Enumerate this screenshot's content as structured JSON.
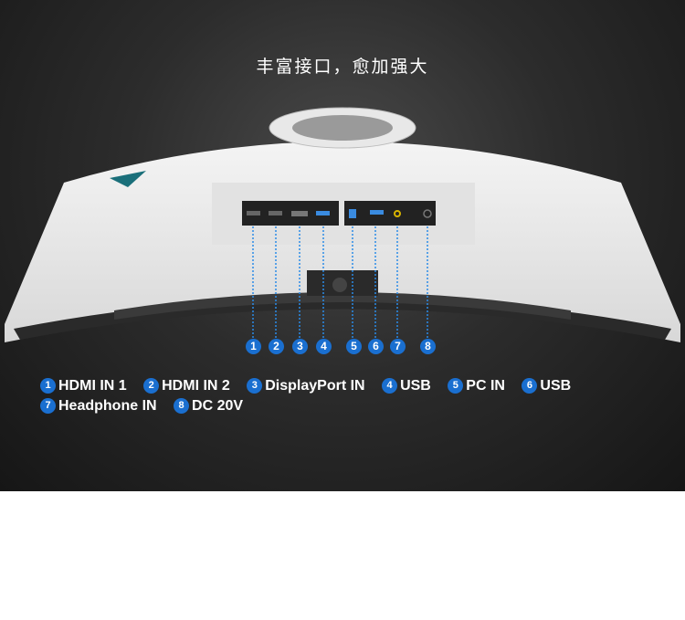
{
  "title": "丰富接口，愈加强大",
  "ports": [
    {
      "num": "1",
      "label": "HDMI IN 1"
    },
    {
      "num": "2",
      "label": "HDMI IN 2"
    },
    {
      "num": "3",
      "label": "DisplayPort IN"
    },
    {
      "num": "4",
      "label": "USB"
    },
    {
      "num": "5",
      "label": "PC IN"
    },
    {
      "num": "6",
      "label": "USB"
    },
    {
      "num": "7",
      "label": "Headphone IN"
    },
    {
      "num": "8",
      "label": "DC 20V"
    }
  ],
  "colors": {
    "accent": "#1a6fd0",
    "background": "#2c2c2c"
  }
}
